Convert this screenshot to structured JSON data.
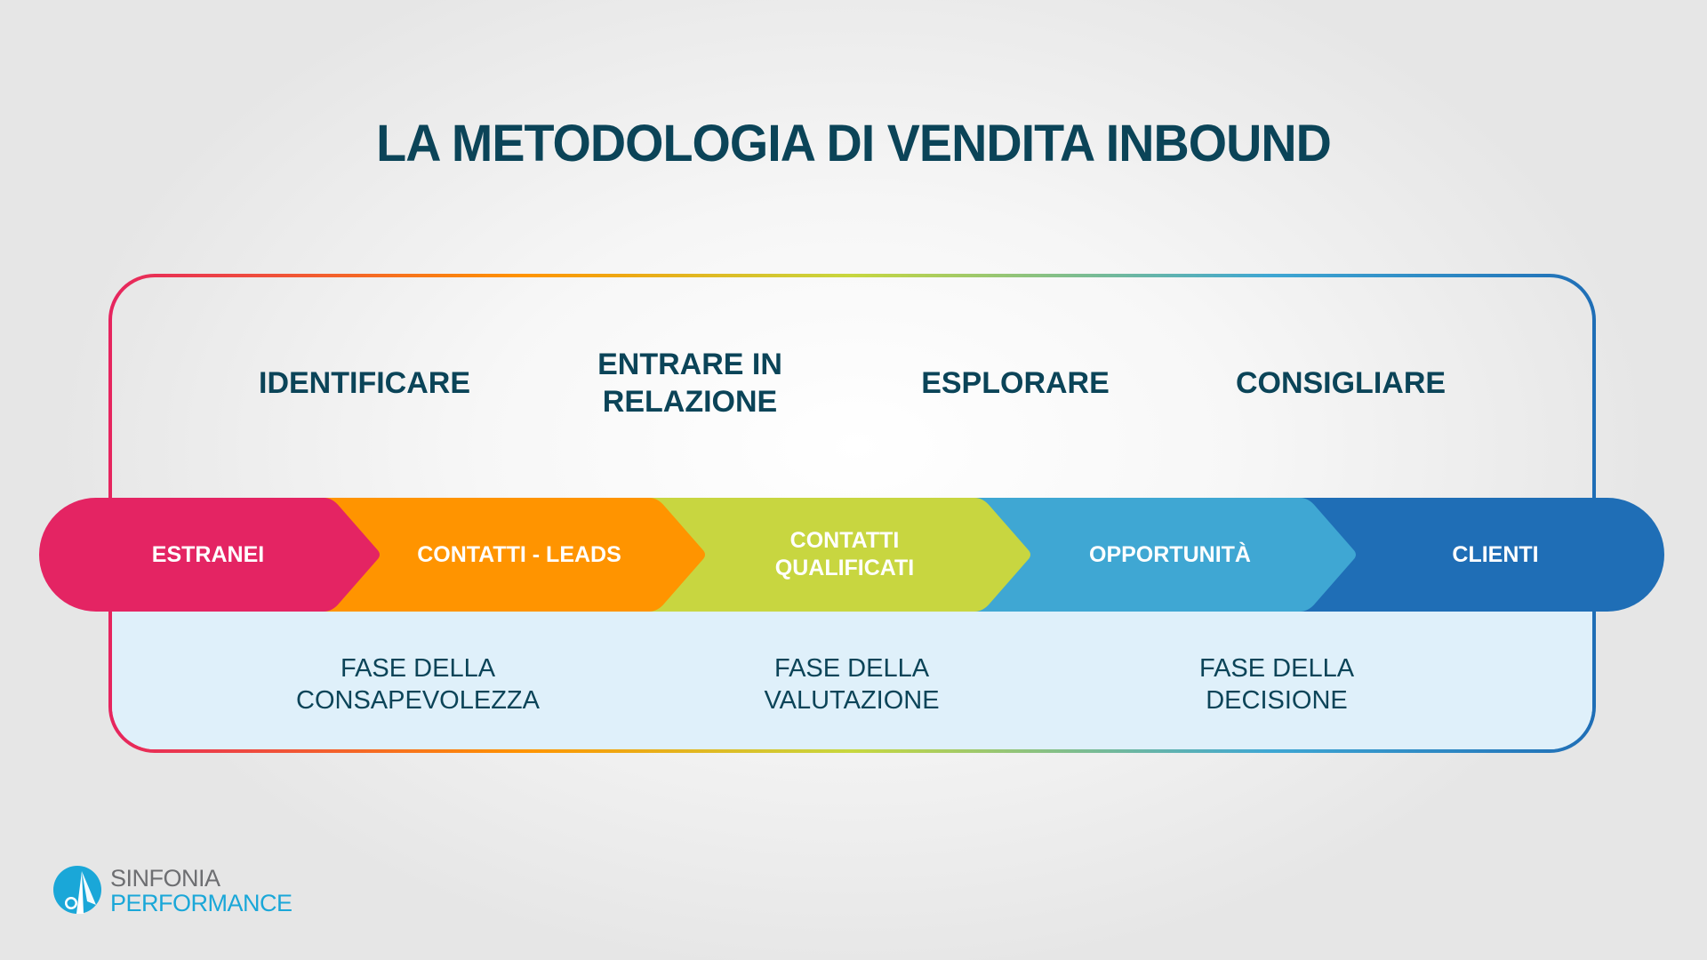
{
  "title": "LA METODOLOGIA DI VENDITA INBOUND",
  "stages": [
    {
      "label": "IDENTIFICARE"
    },
    {
      "label_line1": "ENTRARE IN",
      "label_line2": "RELAZIONE"
    },
    {
      "label": "ESPLORARE"
    },
    {
      "label": "CONSIGLIARE"
    }
  ],
  "funnel": [
    {
      "label": "ESTRANEI",
      "color": "#e42463"
    },
    {
      "label": "CONTATTI - LEADS",
      "color": "#ff9400"
    },
    {
      "label_line1": "CONTATTI",
      "label_line2": "QUALIFICATI",
      "color": "#c8d640"
    },
    {
      "label": "OPPORTUNITÀ",
      "color": "#3fa7d3"
    },
    {
      "label": "CLIENTI",
      "color": "#1f6eb6"
    }
  ],
  "phases": [
    {
      "line1": "FASE DELLA",
      "line2": "CONSAPEVOLEZZA"
    },
    {
      "line1": "FASE DELLA",
      "line2": "VALUTAZIONE"
    },
    {
      "line1": "FASE DELLA",
      "line2": "DECISIONE"
    }
  ],
  "colors": {
    "heading": "#0b4458",
    "lower_panel": "#dff0fa",
    "logo_gray": "#6d6e71",
    "logo_blue": "#1aa7d8"
  },
  "logo": {
    "line1": "SINFONIA",
    "line2": "PERFORMANCE"
  }
}
